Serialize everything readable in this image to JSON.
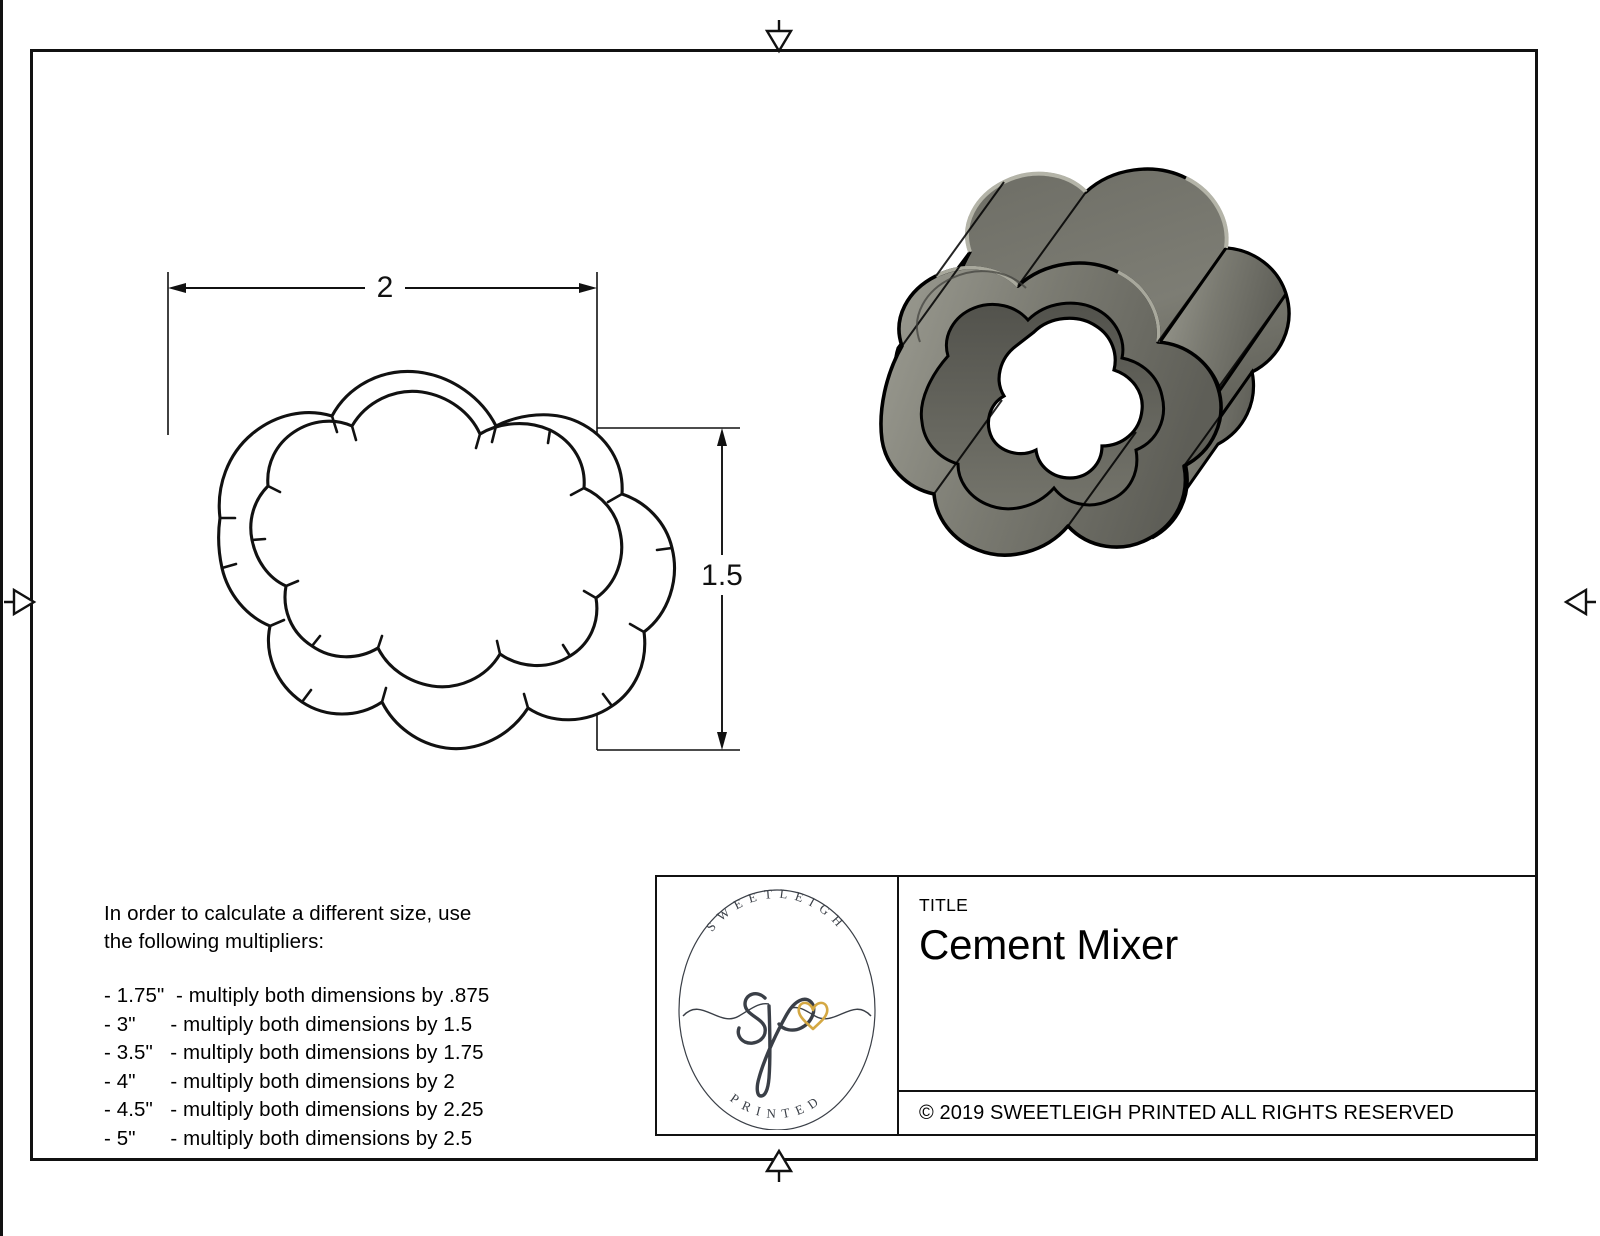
{
  "document": {
    "type": "technical-drawing",
    "sheet_background": "#ffffff",
    "line_color": "#111111"
  },
  "dimensions": {
    "width_label": "2",
    "height_label": "1.5"
  },
  "notes": {
    "lead_line_1": "In order to calculate a different size, use",
    "lead_line_2": "the following multipliers:",
    "items": [
      "- 1.75\"  - multiply both dimensions by .875",
      "- 3\"      - multiply both dimensions by 1.5",
      "- 3.5\"   - multiply both dimensions by 1.75",
      "- 4\"      - multiply both dimensions by 2",
      "- 4.5\"   - multiply both dimensions by 2.25",
      "- 5\"      - multiply both dimensions by 2.5"
    ]
  },
  "title_block": {
    "title_label": "TITLE",
    "title_value": "Cement Mixer",
    "copyright": "© 2019  SWEETLEIGH PRINTED  ALL RIGHTS RESERVED"
  },
  "logo": {
    "top_arc_text": "SWEETLEIGH",
    "bottom_arc_text": "PRINTED",
    "monogram": "sp",
    "heart_color": "#d4a843",
    "ink_color": "#3a3f47"
  },
  "render_3d": {
    "description": "isometric cookie cutter solid",
    "body_color": "#6f6f66",
    "body_light": "#9a9a90",
    "body_dark": "#4b4b45",
    "outline_color": "#000000"
  },
  "center_marks": {
    "top": "triangle-down",
    "left": "triangle-right",
    "right": "triangle-left",
    "bottom": "triangle-up"
  }
}
